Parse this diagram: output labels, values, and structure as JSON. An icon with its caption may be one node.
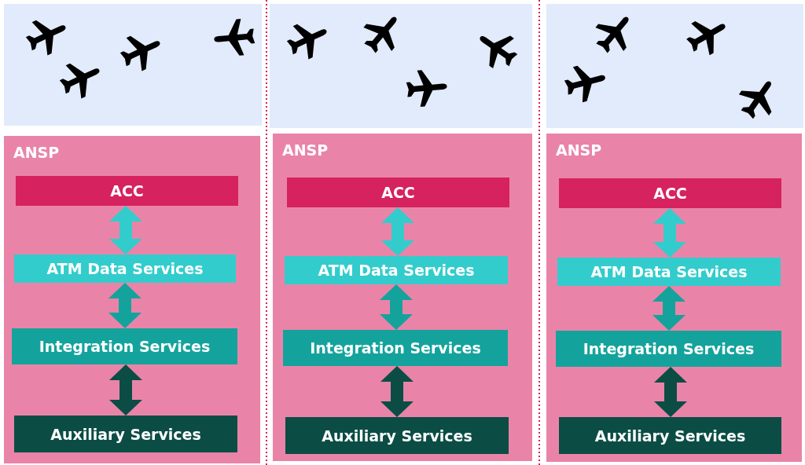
{
  "diagram": {
    "nodes": [
      {
        "text": [
          "ANSP"
        ]
      },
      {
        "text": [
          "ACC"
        ],
        "in": 0
      },
      {
        "text": [
          "ATM Data Services"
        ],
        "in": 0
      },
      {
        "text": [
          "Integration Services"
        ],
        "in": 0
      },
      {
        "text": [
          "Auxiliary Services"
        ],
        "in": 0
      },
      {
        "text": [
          "ANSP"
        ]
      },
      {
        "text": [
          "ACC"
        ],
        "in": 5
      },
      {
        "text": [
          "ATM Data Services"
        ],
        "in": 5
      },
      {
        "text": [
          "Integration Services"
        ],
        "in": 5
      },
      {
        "text": [
          "Auxiliary Services"
        ],
        "in": 5
      },
      {
        "text": [
          "ANSP"
        ]
      },
      {
        "text": [
          "ACC"
        ],
        "in": 10
      },
      {
        "text": [
          "ATM Data Services"
        ],
        "in": 10
      },
      {
        "text": [
          "Integration Services"
        ],
        "in": 10
      },
      {
        "text": [
          "Auxiliary Services"
        ],
        "in": 10
      }
    ],
    "edges": [
      {
        "from": 1,
        "to": 2,
        "arrow": "both",
        "color": "#33cccc"
      },
      {
        "from": 2,
        "to": 3,
        "arrow": "both",
        "color": "#14a39c"
      },
      {
        "from": 3,
        "to": 4,
        "arrow": "both",
        "color": "#0b4d45"
      },
      {
        "from": 6,
        "to": 7,
        "arrow": "both",
        "color": "#33cccc"
      },
      {
        "from": 7,
        "to": 8,
        "arrow": "both",
        "color": "#14a39c"
      },
      {
        "from": 8,
        "to": 9,
        "arrow": "both",
        "color": "#0b4d45"
      },
      {
        "from": 11,
        "to": 12,
        "arrow": "both",
        "color": "#33cccc"
      },
      {
        "from": 12,
        "to": 13,
        "arrow": "both",
        "color": "#14a39c"
      },
      {
        "from": 13,
        "to": 14,
        "arrow": "both",
        "color": "#0b4d45"
      }
    ]
  }
}
